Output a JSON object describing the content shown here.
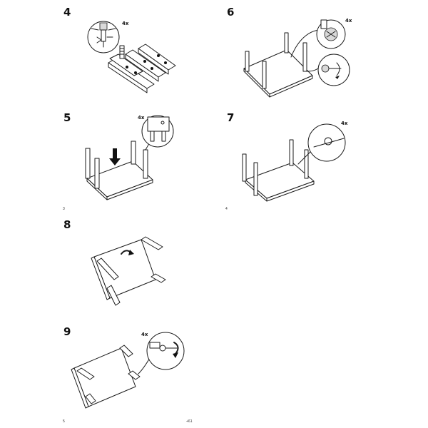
{
  "steps": [
    {
      "number": "4",
      "quantity": "4x"
    },
    {
      "number": "6",
      "quantity": "4x"
    },
    {
      "number": "5",
      "quantity": "4x"
    },
    {
      "number": "7",
      "quantity": "4x"
    },
    {
      "number": "8"
    },
    {
      "number": "9",
      "quantity": "4x"
    }
  ],
  "pages": {
    "left_top": "3",
    "right_top": "4",
    "left_bottom": "5"
  },
  "footer_code": "+61"
}
